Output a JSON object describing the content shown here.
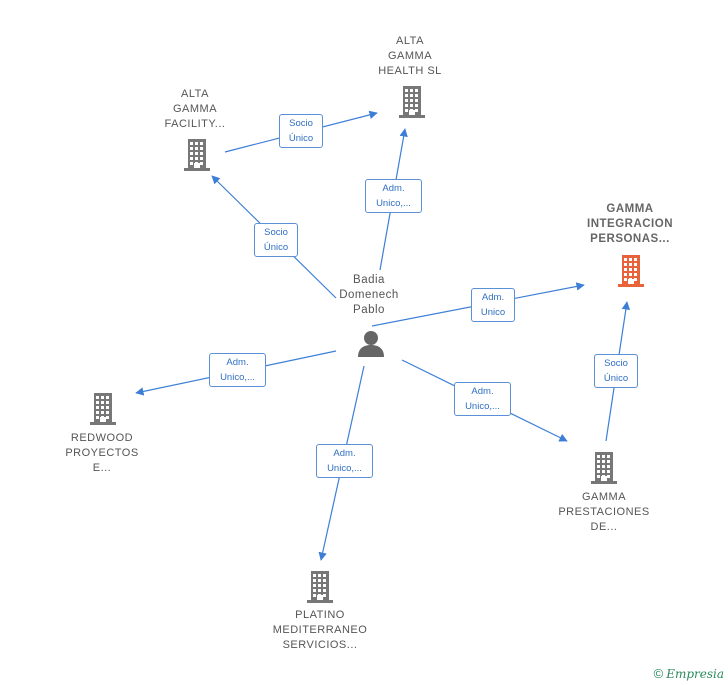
{
  "diagram": {
    "center": {
      "label": "Badia\nDomenech\nPablo",
      "icon": "person-icon"
    },
    "nodes": [
      {
        "id": "alta-gamma-health",
        "label": "ALTA\nGAMMA\nHEALTH  SL",
        "icon": "building-icon",
        "color": "#777777"
      },
      {
        "id": "alta-gamma-facility",
        "label": "ALTA\nGAMMA\nFACILITY...",
        "icon": "building-icon",
        "color": "#777777"
      },
      {
        "id": "gamma-integracion",
        "label": "GAMMA\nINTEGRACION\nPERSONAS...",
        "icon": "building-icon",
        "color": "#e8623a"
      },
      {
        "id": "redwood",
        "label": "REDWOOD\nPROYECTOS\nE...",
        "icon": "building-icon",
        "color": "#777777"
      },
      {
        "id": "gamma-prestaciones",
        "label": "GAMMA\nPRESTACIONES\nDE...",
        "icon": "building-icon",
        "color": "#777777"
      },
      {
        "id": "platino",
        "label": "PLATINO\nMEDITERRANEO\nSERVICIOS...",
        "icon": "building-icon",
        "color": "#777777"
      }
    ],
    "edges": [
      {
        "from": "alta-gamma-facility",
        "to": "alta-gamma-health",
        "label": "Socio\nÚnico"
      },
      {
        "from": "center",
        "to": "alta-gamma-health",
        "label": "Adm.\nUnico,..."
      },
      {
        "from": "center",
        "to": "alta-gamma-facility",
        "label": "Socio\nÚnico"
      },
      {
        "from": "center",
        "to": "gamma-integracion",
        "label": "Adm.\nUnico"
      },
      {
        "from": "gamma-prestaciones",
        "to": "gamma-integracion",
        "label": "Socio\nÚnico"
      },
      {
        "from": "center",
        "to": "redwood",
        "label": "Adm.\nUnico,..."
      },
      {
        "from": "center",
        "to": "gamma-prestaciones",
        "label": "Adm.\nUnico,..."
      },
      {
        "from": "center",
        "to": "platino",
        "label": "Adm.\nUnico,..."
      }
    ],
    "colors": {
      "edge": "#3d7fd6",
      "highlight": "#e8623a",
      "building": "#777777",
      "person": "#666666"
    }
  },
  "footer": {
    "copyright_symbol": "©",
    "brand": "Empresia"
  }
}
